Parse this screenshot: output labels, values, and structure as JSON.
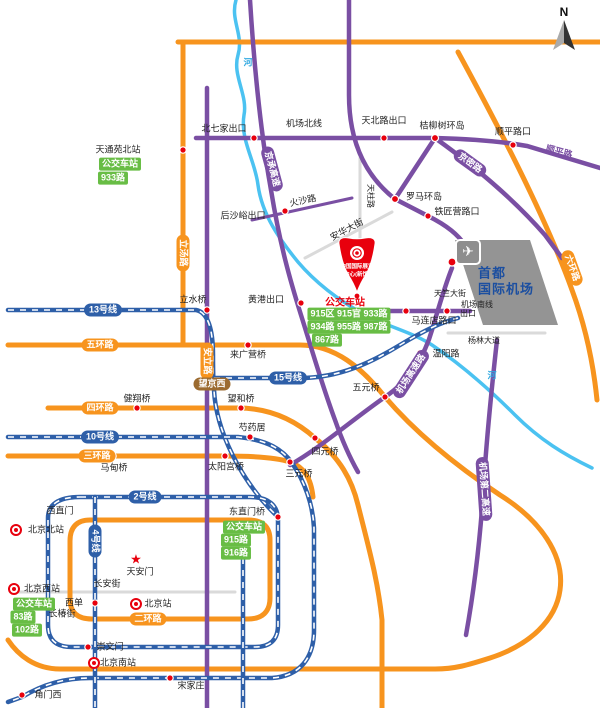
{
  "colors": {
    "ring_road_orange": "#F7941E",
    "expressway_purple": "#7A4FA3",
    "subway_blue": "#2E5FA8",
    "river_blue": "#4BC2F1",
    "bus_green": "#68BD45",
    "marker_red": "#E8000D",
    "airport_gray": "#949494",
    "airport_text_blue": "#1C4FA0"
  },
  "compass": {
    "label": "N"
  },
  "icons": {
    "plane": "✈",
    "tiananmen_star": "★"
  },
  "rivers": {
    "r1": "河",
    "r2": "河"
  },
  "pills": {
    "line13": "13号线",
    "ring5": "五环路",
    "ring4": "四环路",
    "line10": "10号线",
    "ring3": "三环路",
    "line2": "2号线",
    "line4": "4号线",
    "ring2": "二环路",
    "line15": "15号线",
    "litang": "立汤路",
    "anli": "安立路",
    "wangjingxi": "望京西",
    "jingcheng_expwy": "京承高速",
    "jingmi_rd": "京密路",
    "airport_expwy": "机场高速路",
    "airport_expwy2": "机场第二高速",
    "ring6": "六环路"
  },
  "labels": {
    "beiqijia": "北七家出口",
    "jichang_beixian": "机场北线",
    "tianbeilu_exit": "天北路出口",
    "juliushu": "桔柳树环岛",
    "shunpingkou": "顺平路口",
    "shunping_rd": "顺平路",
    "tongyuan_bei": "天通苑北站",
    "houshayu": "后沙峪出口",
    "huosha_rd": "火沙路",
    "tianzhu_rd": "天柱路",
    "luoma": "罗马环岛",
    "tiejiangying": "铁匠营路口",
    "anhua_st": "安华大街",
    "lishuiqiao": "立水桥",
    "huanggang": "黄港出口",
    "laiguangying": "来广营桥",
    "maliandian": "马连店路口",
    "jichang_nanxian": "机场南线",
    "nanxian_exit": "出口",
    "tianzhu_st": "天竺大街",
    "yanglin_ave": "杨林大道",
    "wenyang_rd": "温阳路",
    "jianxiang": "健翔桥",
    "wanghe": "望和桥",
    "shaoyaoju": "芍药居",
    "siyuanqiao": "四元桥",
    "wuyuanqiao": "五元桥",
    "madianqiao": "马甸桥",
    "taiyanggong": "太阳宫桥",
    "sanyuanqiao": "三元桥",
    "xizhimen": "西直门",
    "beijing_north": "北京北站",
    "dongzhimen": "东直门桥",
    "tiananmen": "天安门",
    "changan_ave": "长安街",
    "xidan": "西单",
    "beijing_station": "北京站",
    "changchunjie": "长椿街",
    "beijing_west": "北京西站",
    "chongwenmen": "崇文门",
    "beijing_south": "北京南站",
    "songjiazhuang": "宋家庄",
    "jiaomenxi": "角门西"
  },
  "exhibition": {
    "name1": "中国国际展览",
    "name2": "中心(新馆)",
    "bus_title": "公交车站",
    "bus1": "915区 915官 933路",
    "bus2": "934路 955路 987路",
    "bus3": "867路"
  },
  "airport": {
    "name1": "首都",
    "name2": "国际机场"
  },
  "bus_tongyuan": {
    "station": "天通苑北站",
    "title": "公交车站",
    "route": "933路"
  },
  "bus_dongzhimen": {
    "title": "公交车站",
    "r1": "915路",
    "r2": "916路"
  },
  "bus_beijingxi": {
    "title": "公交车站",
    "r1": "83路",
    "r2": "102路"
  }
}
